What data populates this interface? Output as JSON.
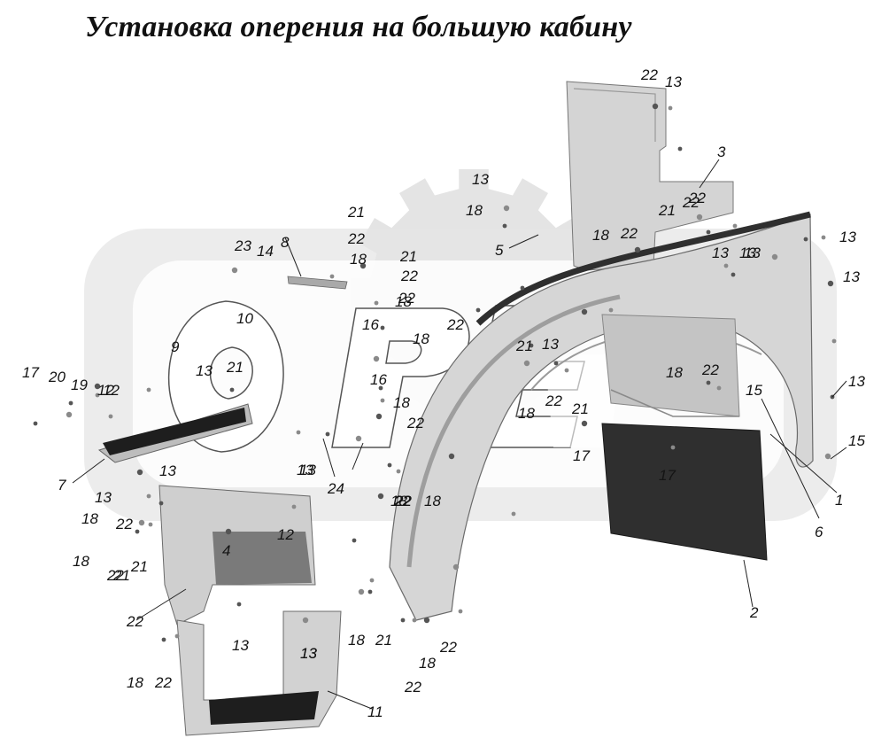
{
  "title": "Установка оперения на большую кабину",
  "watermark": {
    "text": "OPE",
    "gear_color": "#d9d9d9",
    "band_color": "#e6e6e6",
    "letter_outline": "#555555"
  },
  "colors": {
    "part_light": "#d4d4d4",
    "part_mid": "#a9a9a9",
    "part_dark": "#4a4a4a",
    "mudflap": "#2f2f2f",
    "step_tread": "#1e1e1e",
    "label": "#141414"
  },
  "callouts": [
    "22",
    "13",
    "3",
    "22",
    "13",
    "21",
    "18",
    "22",
    "22",
    "18",
    "13",
    "13",
    "5",
    "8",
    "23",
    "14",
    "21",
    "22",
    "18",
    "22",
    "13",
    "21",
    "13",
    "22",
    "22",
    "16",
    "10",
    "18",
    "18",
    "22",
    "13",
    "18",
    "9",
    "21",
    "16",
    "13",
    "21",
    "13",
    "17",
    "20",
    "19",
    "12",
    "13",
    "18",
    "15",
    "18",
    "22",
    "22",
    "21",
    "18",
    "13",
    "22",
    "17",
    "17",
    "15",
    "7",
    "13",
    "13",
    "24",
    "13",
    "18",
    "22",
    "18",
    "22",
    "1",
    "6",
    "12",
    "22",
    "18",
    "21",
    "12",
    "4",
    "22",
    "21",
    "13",
    "2",
    "13",
    "13",
    "18",
    "22",
    "18",
    "21",
    "22",
    "18",
    "22",
    "11"
  ]
}
